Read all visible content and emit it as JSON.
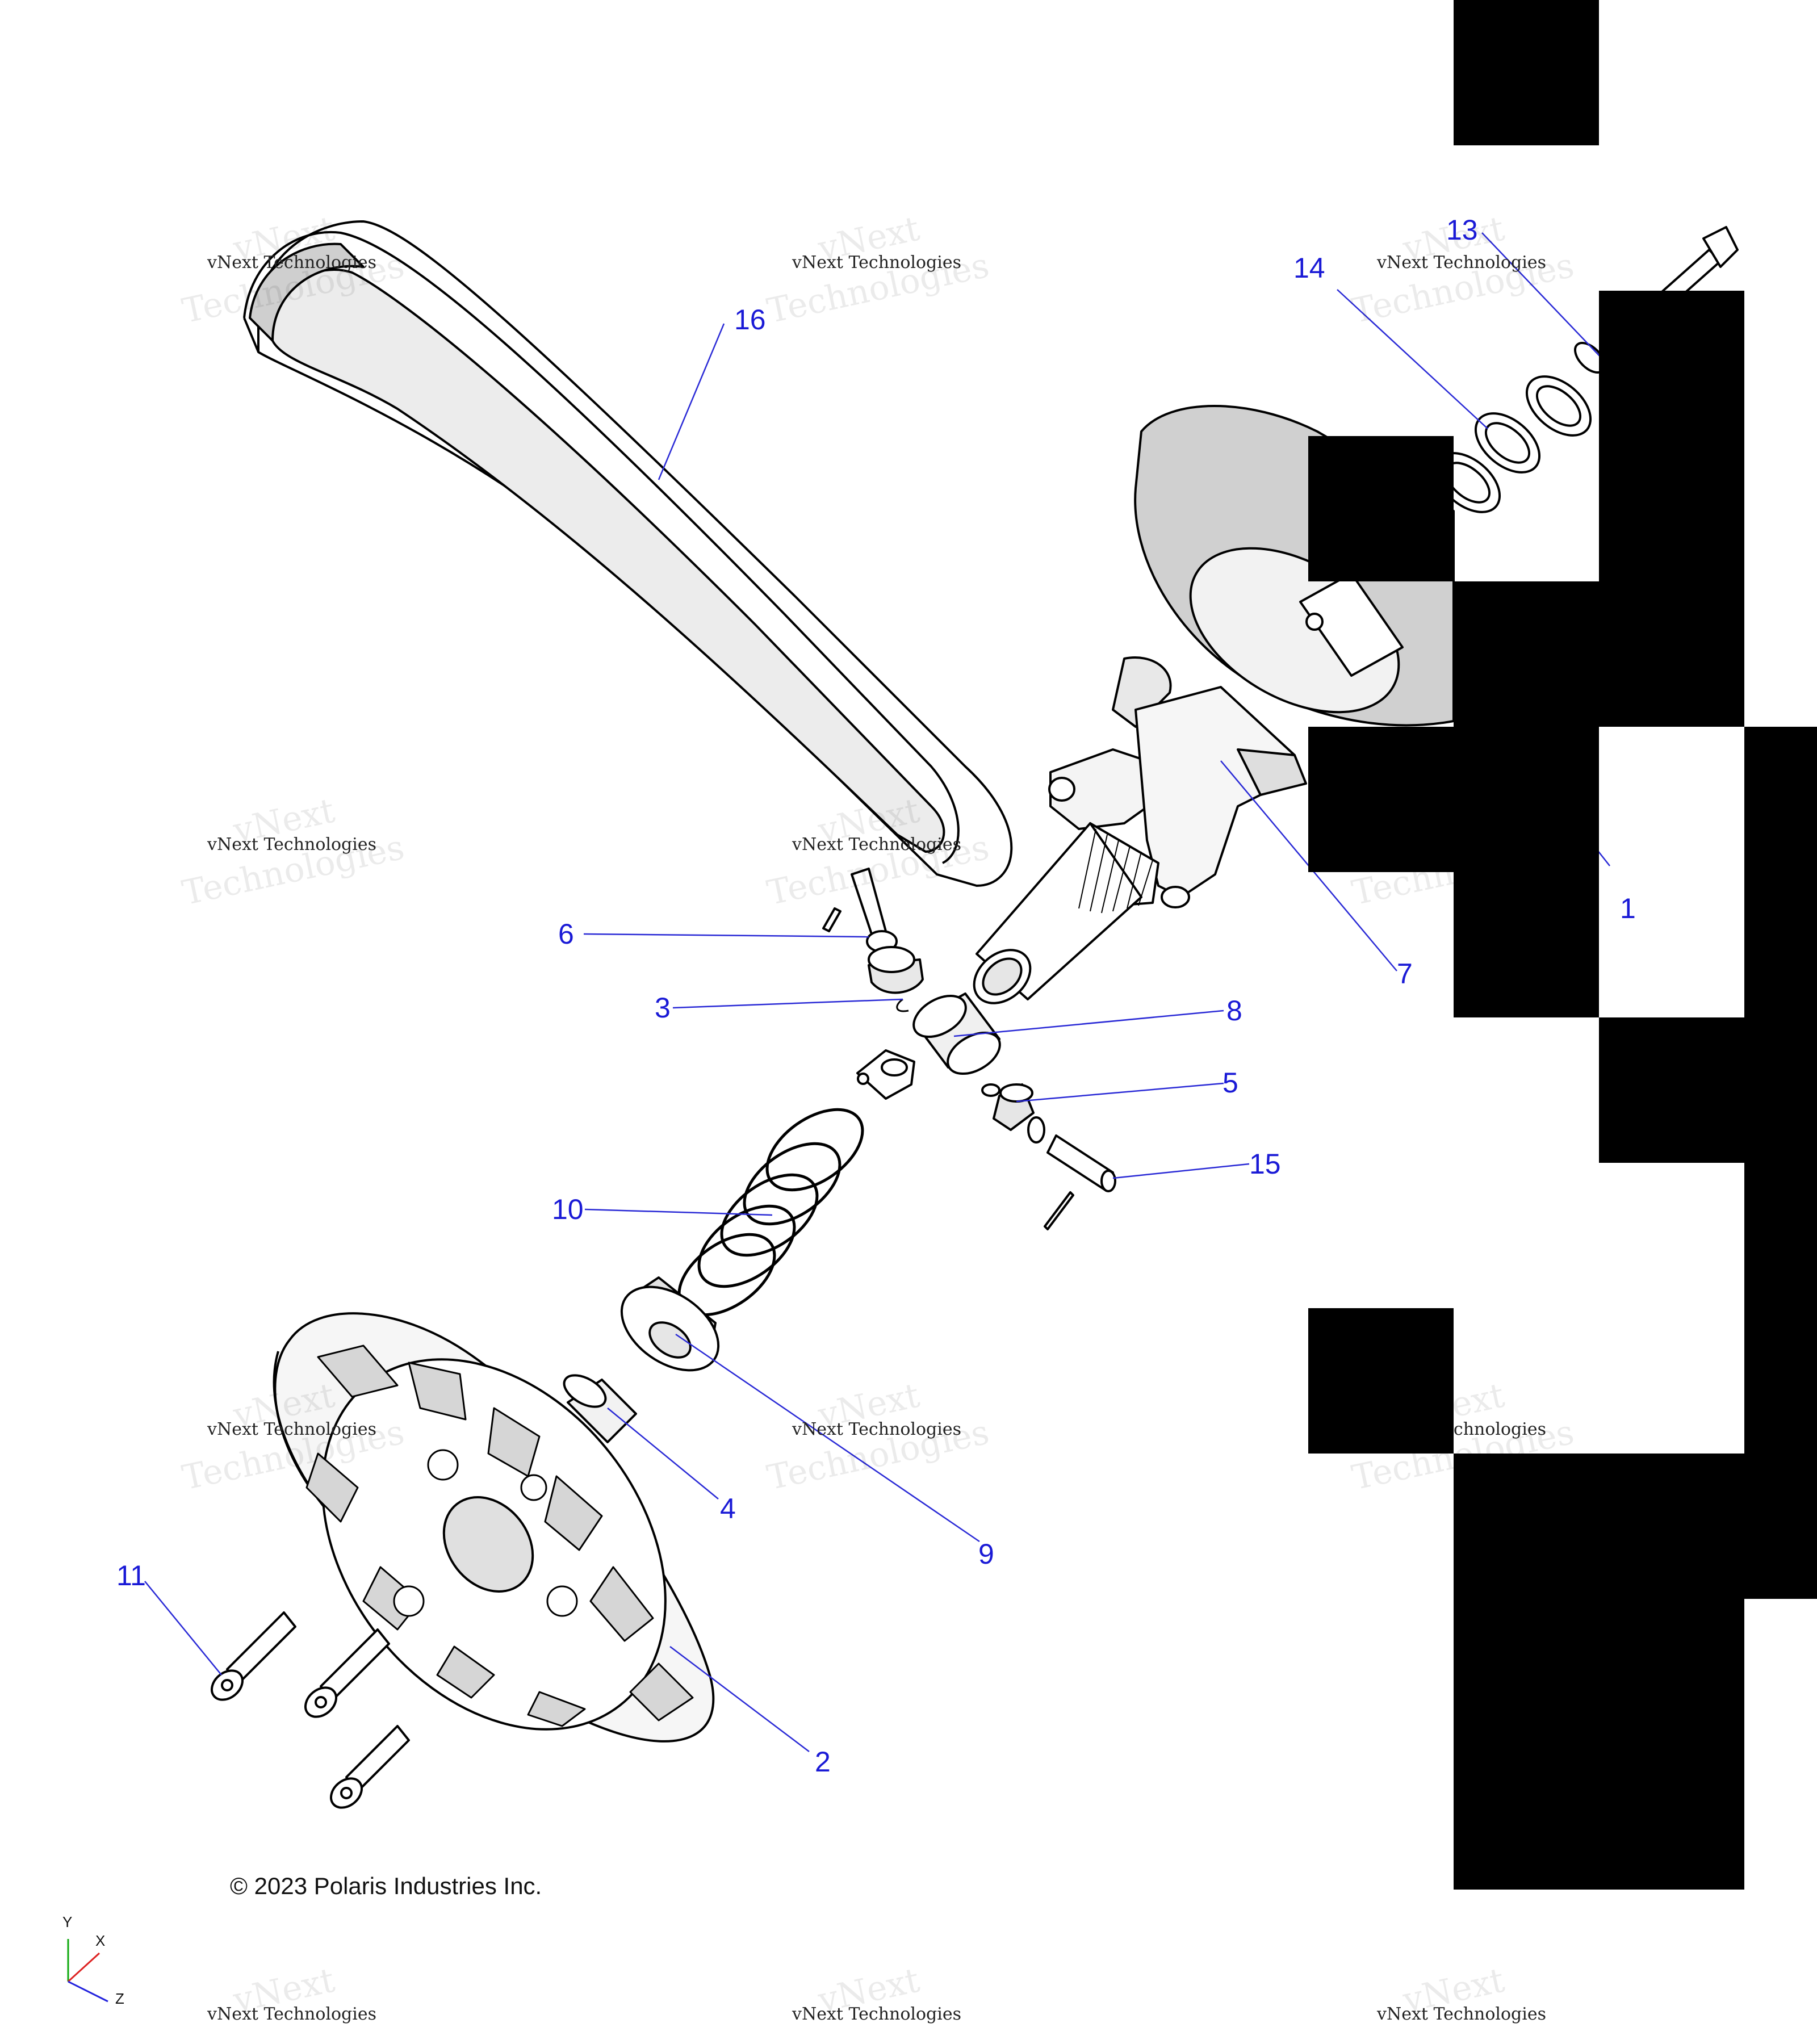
{
  "watermark": {
    "line1": "vNext Technologies",
    "line2": "vNext",
    "line3": "Technologies"
  },
  "callouts": {
    "c1": "1",
    "c2": "2",
    "c3": "3",
    "c4": "4",
    "c5": "5",
    "c6": "6",
    "c7": "7",
    "c8": "8",
    "c9": "9",
    "c10": "10",
    "c11": "11",
    "c13": "13",
    "c14": "14",
    "c15": "15",
    "c16": "16"
  },
  "copyright": "© 2023 Polaris Industries Inc.",
  "axes": {
    "x": "X",
    "y": "Y",
    "z": "Z"
  },
  "colors": {
    "callout": "#1a1ad6",
    "leader": "#2a2ad6",
    "part_stroke": "#000000",
    "part_fill": "#ffffff",
    "part_shade": "#d8d8d8",
    "axis_x": "#d22",
    "axis_y": "#1a1",
    "axis_z": "#22d"
  }
}
